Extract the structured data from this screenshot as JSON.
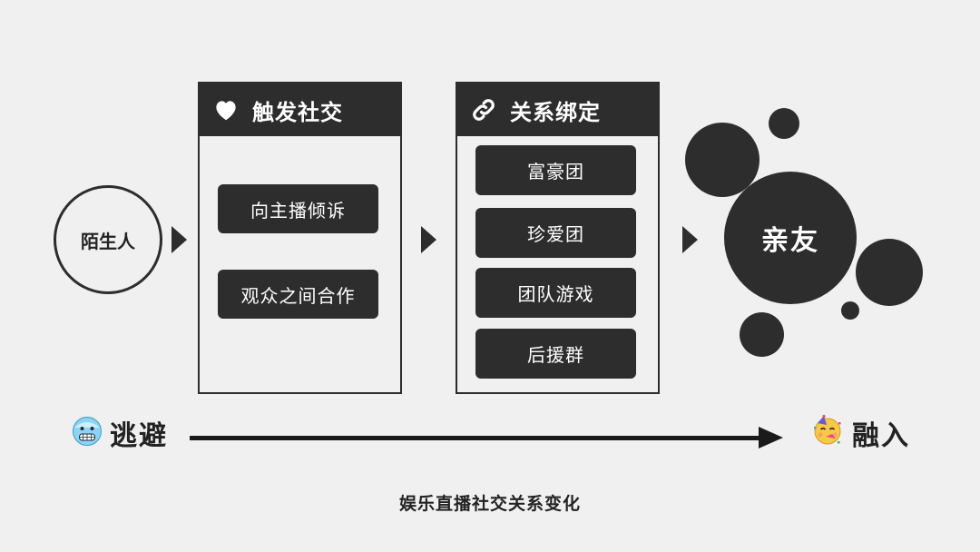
{
  "stranger": {
    "label": "陌生人"
  },
  "trigger_panel": {
    "title": "触发社交",
    "icon": "heart-icon",
    "items": [
      "向主播倾诉",
      "观众之间合作"
    ]
  },
  "binding_panel": {
    "title": "关系绑定",
    "icon": "link-icon",
    "items": [
      "富豪团",
      "珍爱团",
      "团队游戏",
      "后援群"
    ]
  },
  "friend": {
    "label": "亲友"
  },
  "axis": {
    "start_label": "逃避",
    "start_icon": "freezing-face-icon",
    "end_label": "融入",
    "end_icon": "party-face-icon"
  },
  "caption": "娱乐直播社交关系变化",
  "colors": {
    "dark": "#2d2d2d",
    "background": "#f0f0f0",
    "text_light": "#ffffff"
  }
}
